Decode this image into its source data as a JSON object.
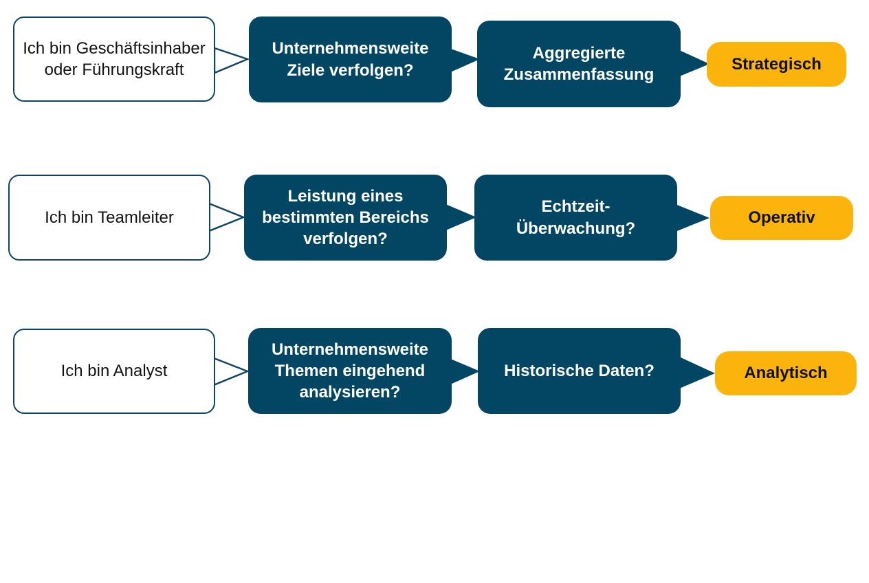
{
  "colors": {
    "dark_blue": "#034664",
    "gold": "#fbb40b",
    "outline": "#0e4466",
    "background": "#ffffff"
  },
  "rows": [
    {
      "role": "Ich bin Geschäftsinhaber\noder Führungskraft",
      "question": "Unternehmensweite\nZiele verfolgen?",
      "data_need": "Aggregierte\nZusammenfassung",
      "result": "Strategisch"
    },
    {
      "role": "Ich bin Teamleiter",
      "question": "Leistung eines\nbestimmten Bereichs\nverfolgen?",
      "data_need": "Echtzeit-\nÜberwachung?",
      "result": "Operativ"
    },
    {
      "role": "Ich bin Analyst",
      "question": "Unternehmensweite\nThemen eingehend\nanalysieren?",
      "data_need": "Historische Daten?",
      "result": "Analytisch"
    }
  ]
}
